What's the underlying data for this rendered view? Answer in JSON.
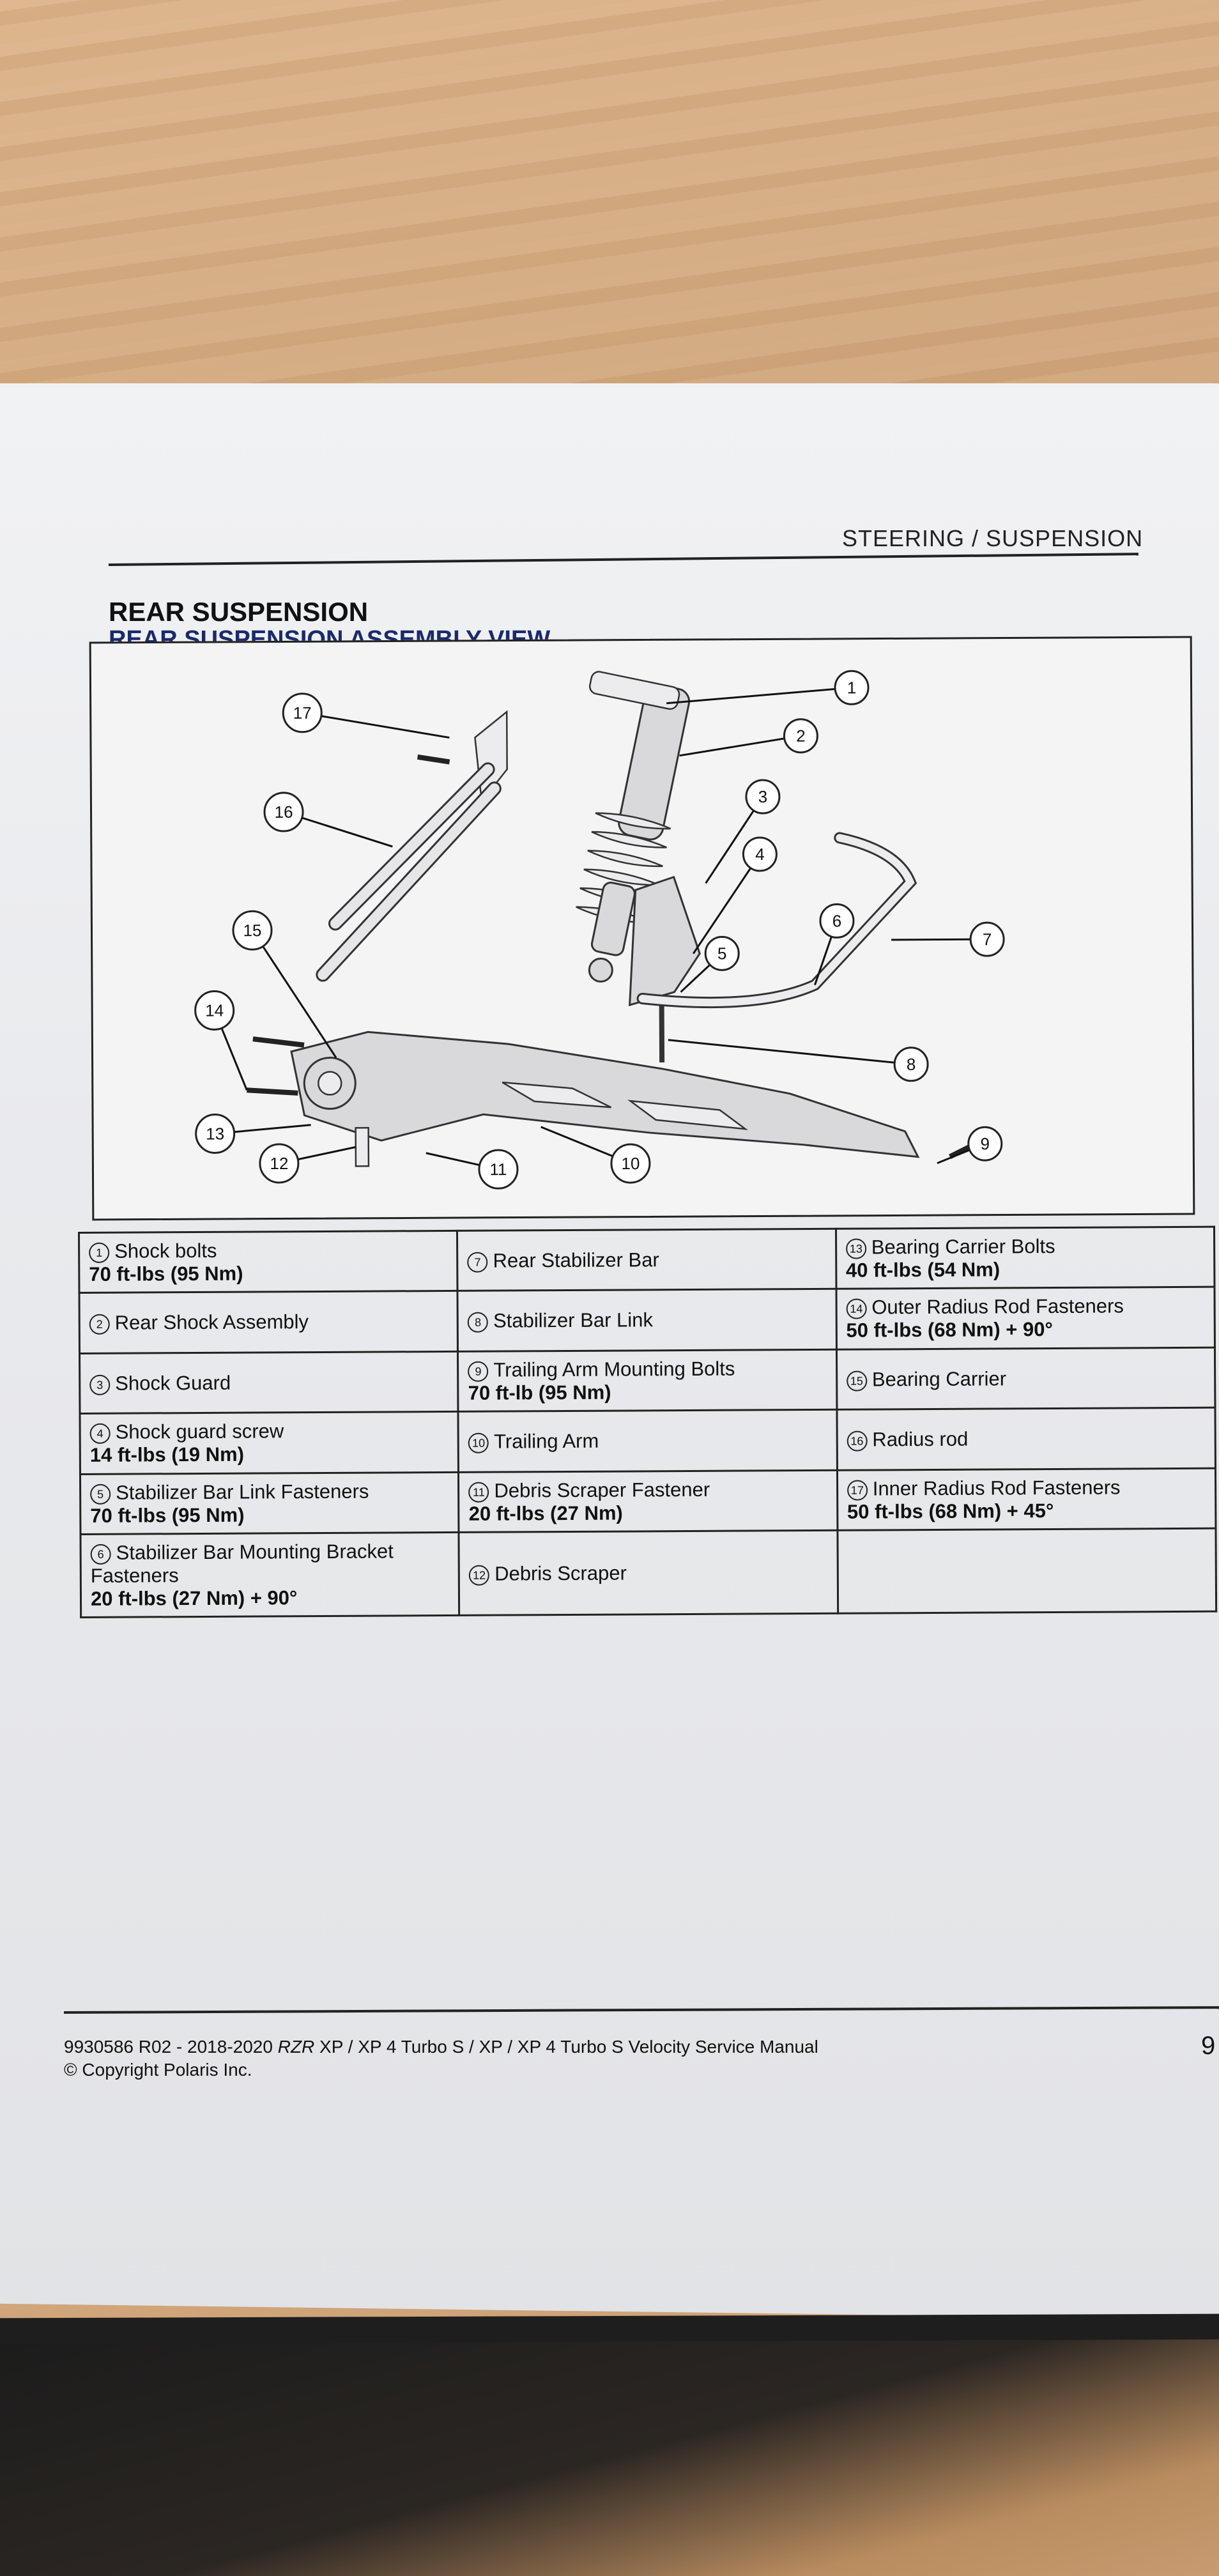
{
  "header": {
    "running_head": "STEERING / SUSPENSION"
  },
  "section": {
    "title": "REAR SUSPENSION",
    "subtitle": "REAR SUSPENSION ASSEMBLY VIEW"
  },
  "diagram": {
    "callouts": [
      "1",
      "2",
      "3",
      "4",
      "5",
      "6",
      "7",
      "8",
      "9",
      "10",
      "11",
      "12",
      "13",
      "14",
      "15",
      "16",
      "17"
    ]
  },
  "table": {
    "rows": [
      [
        {
          "num": "1",
          "name": "Shock bolts",
          "torque": "70 ft-lbs (95 Nm)"
        },
        {
          "num": "7",
          "name": "Rear Stabilizer Bar",
          "torque": ""
        },
        {
          "num": "13",
          "name": "Bearing Carrier Bolts",
          "torque": "40 ft-lbs (54 Nm)"
        }
      ],
      [
        {
          "num": "2",
          "name": "Rear Shock Assembly",
          "torque": ""
        },
        {
          "num": "8",
          "name": "Stabilizer Bar Link",
          "torque": ""
        },
        {
          "num": "14",
          "name": "Outer Radius Rod Fasteners",
          "torque": "50 ft-lbs (68 Nm) + 90°"
        }
      ],
      [
        {
          "num": "3",
          "name": "Shock Guard",
          "torque": ""
        },
        {
          "num": "9",
          "name": "Trailing Arm Mounting Bolts",
          "torque": "70 ft-lb (95 Nm)"
        },
        {
          "num": "15",
          "name": "Bearing Carrier",
          "torque": ""
        }
      ],
      [
        {
          "num": "4",
          "name": "Shock guard screw",
          "torque": "14 ft-lbs (19 Nm)"
        },
        {
          "num": "10",
          "name": "Trailing Arm",
          "torque": ""
        },
        {
          "num": "16",
          "name": "Radius rod",
          "torque": ""
        }
      ],
      [
        {
          "num": "5",
          "name": "Stabilizer Bar Link Fasteners",
          "torque": "70 ft-lbs (95 Nm)"
        },
        {
          "num": "11",
          "name": "Debris Scraper Fastener",
          "torque": "20 ft-lbs (27 Nm)"
        },
        {
          "num": "17",
          "name": "Inner Radius Rod Fasteners",
          "torque": "50 ft-lbs (68 Nm) + 45°"
        }
      ],
      [
        {
          "num": "6",
          "name": "Stabilizer Bar Mounting Bracket Fasteners",
          "torque": "20 ft-lbs (27 Nm) + 90°"
        },
        {
          "num": "12",
          "name": "Debris Scraper",
          "torque": ""
        },
        {
          "num": "",
          "name": "",
          "torque": ""
        }
      ]
    ]
  },
  "footer": {
    "doc_prefix": "9930586 R02 - 2018-2020 ",
    "doc_model": "RZR",
    "doc_suffix": " XP / XP 4 Turbo S / XP / XP 4 Turbo S Velocity Service Manual",
    "copyright": "© Copyright Polaris Inc.",
    "page_number": "9"
  }
}
